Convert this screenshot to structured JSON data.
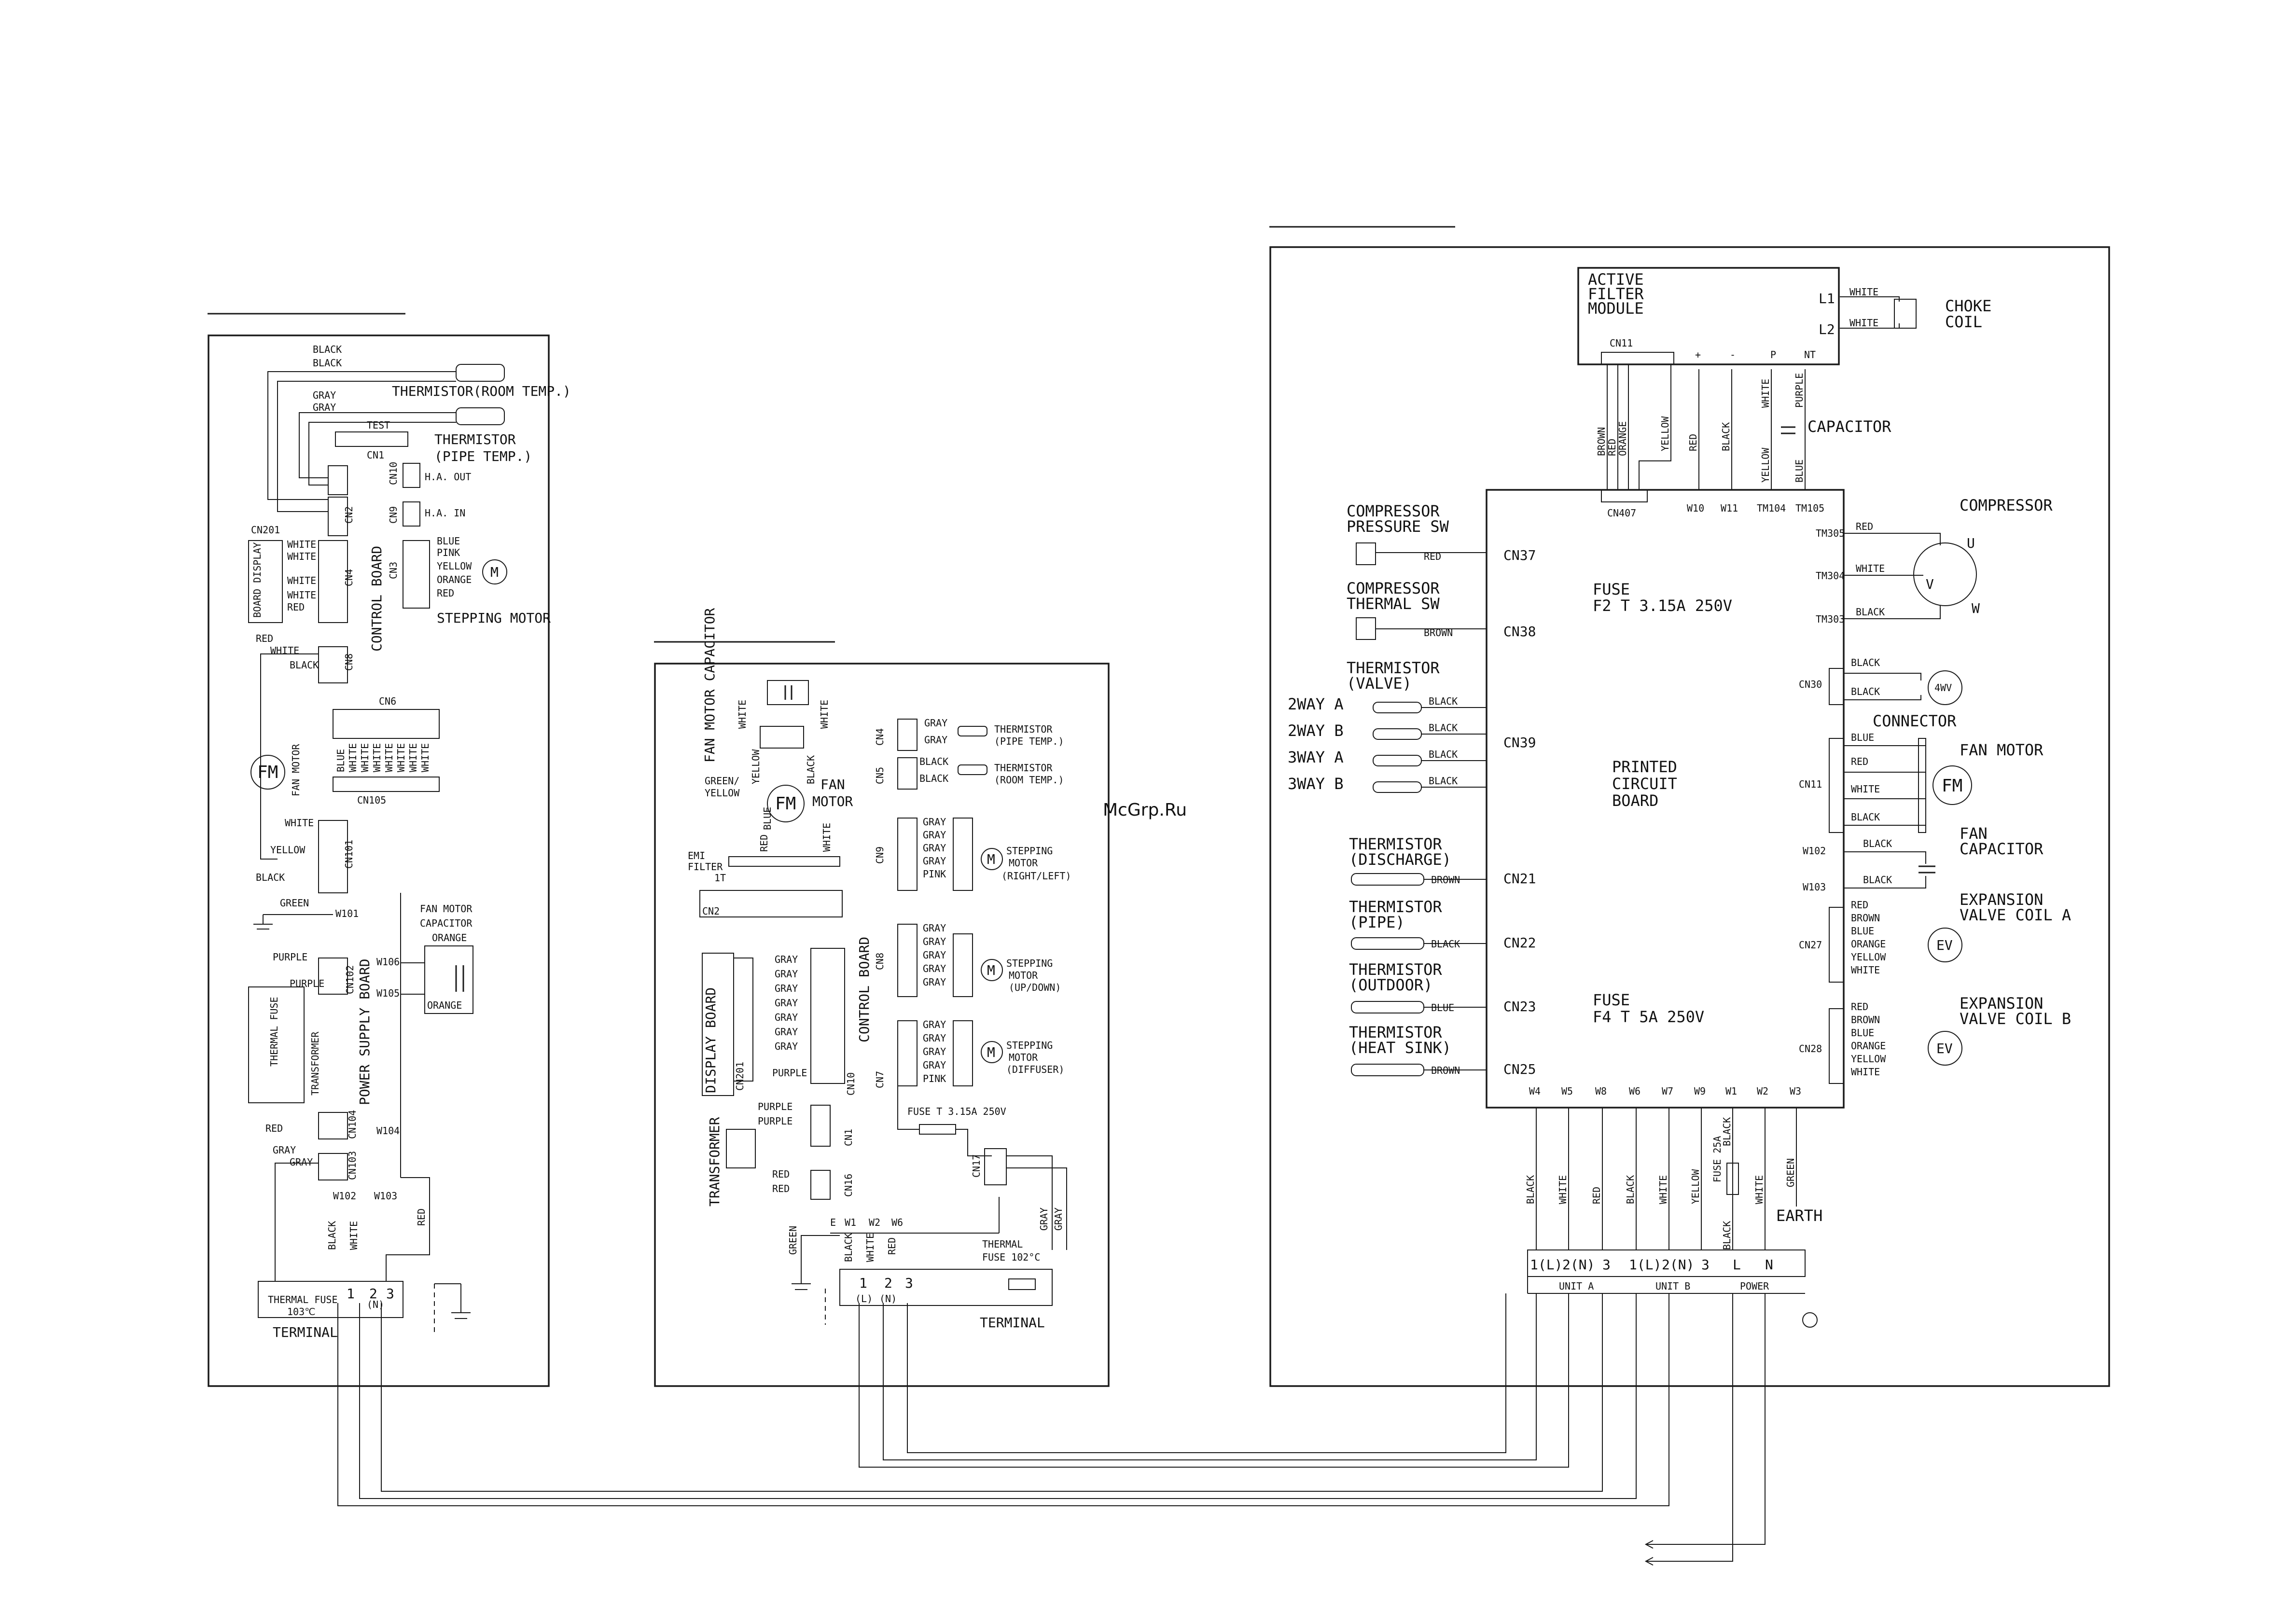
{
  "watermark": "McGrp.Ru",
  "watermark_color": "#e01010",
  "left_panel": {
    "wires": [
      "BLACK",
      "BLACK",
      "GRAY",
      "GRAY"
    ],
    "thermistor_room": "THERMISTOR(ROOM TEMP.)",
    "thermistor_pipe_1": "THERMISTOR",
    "thermistor_pipe_2": "(PIPE TEMP.)",
    "test_label": "TEST",
    "cn1": "CN1",
    "cn10": "CN10",
    "cn2": "CN2",
    "cn9": "CN9",
    "ha_out": "H.A. OUT",
    "ha_in": "H.A. IN",
    "cn201": "CN201",
    "board_display": "BOARD DISPLAY",
    "display_wires": [
      "WHITE",
      "WHITE",
      "WHITE",
      "WHITE",
      "RED"
    ],
    "cn4": "CN4",
    "control_board": "CONTROL BOARD",
    "cn3": "CN3",
    "stepping_wires": [
      "BLUE",
      "PINK",
      "YELLOW",
      "ORANGE",
      "RED"
    ],
    "stepping_motor": "STEPPING MOTOR",
    "red": "RED",
    "white": "WHITE",
    "black": "BLACK",
    "cn8": "CN8",
    "cn6": "CN6",
    "cn105": "CN105",
    "fm": "FM",
    "fan_motor": "FAN MOTOR",
    "fan_wires": [
      "BLUE",
      "WHITE",
      "WHITE",
      "WHITE",
      "WHITE",
      "WHITE",
      "WHITE",
      "WHITE"
    ],
    "yellow": "YELLOW",
    "cn101": "CN101",
    "green": "GREEN",
    "w101": "W101",
    "purple": "PURPLE",
    "cn102": "CN102",
    "thermal_fuse_v": "THERMAL FUSE",
    "transformer": "TRANSFORMER",
    "power_supply_board": "POWER SUPPLY BOARD",
    "cn104": "CN104",
    "w106": "W106",
    "w105": "W105",
    "fan_motor_capacitor_1": "FAN MOTOR",
    "fan_motor_capacitor_2": "CAPACITOR",
    "orange": "ORANGE",
    "w104": "W104",
    "gray": "GRAY",
    "cn103": "CN103",
    "w102": "W102",
    "w103": "W103",
    "thermal_fuse": "THERMAL FUSE",
    "fuse_temp": "103℃",
    "terminal": "TERMINAL",
    "t1": "1",
    "t2": "2",
    "tn": "(N)",
    "t3": "3"
  },
  "mid_panel": {
    "fan_motor_capacitor": "FAN MOTOR CAPACITOR",
    "white": "WHITE",
    "green_yellow_1": "GREEN/",
    "green_yellow_2": "YELLOW",
    "yellow": "YELLOW",
    "black": "BLACK",
    "fm": "FM",
    "fan": "FAN",
    "motor": "MOTOR",
    "blue": "BLUE",
    "red": "RED",
    "emi_filter": "EMI",
    "filter": "FILTER",
    "one_t": "1T",
    "cn2": "CN2",
    "cn4": "CN4",
    "cn5": "CN5",
    "cn9": "CN9",
    "cn8": "CN8",
    "cn7": "CN7",
    "cn10": "CN10",
    "cn1": "CN1",
    "cn16": "CN16",
    "cn17": "CN17",
    "cn201": "CN201",
    "gray": "GRAY",
    "pink": "PINK",
    "purple": "PURPLE",
    "thermistor_pipe": "THERMISTOR",
    "thermistor_pipe_2": "(PIPE TEMP.)",
    "thermistor_room": "THERMISTOR",
    "thermistor_room_2": "(ROOM TEMP.)",
    "stepping": "STEPPING",
    "motor_label": "MOTOR",
    "rl": "(RIGHT/LEFT)",
    "ud": "(UP/DOWN)",
    "diffuser": "(DIFFUSER)",
    "m": "M",
    "display_board": "DISPLAY BOARD",
    "control_board": "CONTROL BOARD",
    "transformer": "TRANSFORMER",
    "fuse": "FUSE T 3.15A 250V",
    "thermal_fuse": "THERMAL",
    "thermal_fuse_2": "FUSE 102°C",
    "w1": "W1",
    "w2": "W2",
    "w6": "W6",
    "e": "E",
    "green": "GREEN",
    "terminal": "TERMINAL",
    "t1": "1",
    "tl": "(L)",
    "t2": "2",
    "tn": "(N)",
    "t3": "3"
  },
  "right_panel": {
    "active_filter_1": "ACTIVE",
    "active_filter_2": "FILTER",
    "active_filter_3": "MODULE",
    "l1": "L1",
    "l2": "L2",
    "white": "WHITE",
    "choke_coil_1": "CHOKE",
    "choke_coil_2": "COIL",
    "cn11": "CN11",
    "plus": "+",
    "minus": "-",
    "p": "P",
    "nt": "NT",
    "af_wires": [
      "BROWN",
      "RED",
      "ORANGE",
      "YELLOW",
      "RED",
      "BLACK",
      "WHITE",
      "PURPLE",
      "YELLOW",
      "BLUE"
    ],
    "capacitor": "CAPACITOR",
    "cn407": "CN407",
    "w10": "W10",
    "w11": "W11",
    "tm104": "TM104",
    "tm105": "TM105",
    "compressor_pressure_sw_1": "COMPRESSOR",
    "compressor_pressure_sw_2": "PRESSURE SW",
    "red": "RED",
    "brown": "BROWN",
    "black": "BLACK",
    "blue": "BLUE",
    "cn37": "CN37",
    "compressor_thermal_sw_1": "COMPRESSOR",
    "compressor_thermal_sw_2": "THERMAL SW",
    "cn38": "CN38",
    "thermistor_valve_1": "THERMISTOR",
    "thermistor_valve_2": "(VALVE)",
    "way_labels": [
      "2WAY A",
      "2WAY B",
      "3WAY A",
      "3WAY B"
    ],
    "cn39": "CN39",
    "thermistor_discharge_1": "THERMISTOR",
    "thermistor_discharge_2": "(DISCHARGE)",
    "cn21": "CN21",
    "thermistor_pipe_1": "THERMISTOR",
    "thermistor_pipe_2": "(PIPE)",
    "cn22": "CN22",
    "thermistor_outdoor_1": "THERMISTOR",
    "thermistor_outdoor_2": "(OUTDOOR)",
    "cn23": "CN23",
    "thermistor_heatsink_1": "THERMISTOR",
    "thermistor_heatsink_2": "(HEAT SINK)",
    "cn25": "CN25",
    "fuse_f2_1": "FUSE",
    "fuse_f2_2": "F2 T 3.15A 250V",
    "pcb_1": "PRINTED",
    "pcb_2": "CIRCUIT",
    "pcb_3": "BOARD",
    "fuse_f4_1": "FUSE",
    "fuse_f4_2": "F4 T 5A 250V",
    "compressor": "COMPRESSOR",
    "tm305": "TM305",
    "tm304": "TM304",
    "tm303": "TM303",
    "u": "U",
    "v": "V",
    "w": "W",
    "cn30": "CN30",
    "fourwv": "4WV",
    "connector": "CONNECTOR",
    "fan_motor": "FAN MOTOR",
    "fm": "FM",
    "cn11b": "CN11",
    "fan_wires": [
      "BLUE",
      "RED",
      "WHITE",
      "BLACK"
    ],
    "w102": "W102",
    "w103": "W103",
    "fan_capacitor_1": "FAN",
    "fan_capacitor_2": "CAPACITOR",
    "exp_a_1": "EXPANSION",
    "exp_a_2": "VALVE COIL A",
    "exp_b_1": "EXPANSION",
    "exp_b_2": "VALVE COIL B",
    "cn27": "CN27",
    "cn28": "CN28",
    "ev": "EV",
    "ev_wires": [
      "RED",
      "BROWN",
      "BLUE",
      "ORANGE",
      "YELLOW",
      "WHITE"
    ],
    "bottom_w": [
      "W4",
      "W5",
      "W8",
      "W6",
      "W7",
      "W9",
      "W1",
      "W2",
      "W3"
    ],
    "bottom_wires": [
      "BLACK",
      "WHITE",
      "RED",
      "BLACK",
      "WHITE",
      "YELLOW",
      "BLACK",
      "WHITE",
      "GREEN"
    ],
    "fuse25": "FUSE 25A",
    "earth": "EARTH",
    "terminal_labels": [
      "1(L)",
      "2(N)",
      "3",
      "1(L)",
      "2(N)",
      "3",
      "L",
      "N"
    ],
    "unit_a": "UNIT A",
    "unit_b": "UNIT B",
    "power": "POWER"
  }
}
